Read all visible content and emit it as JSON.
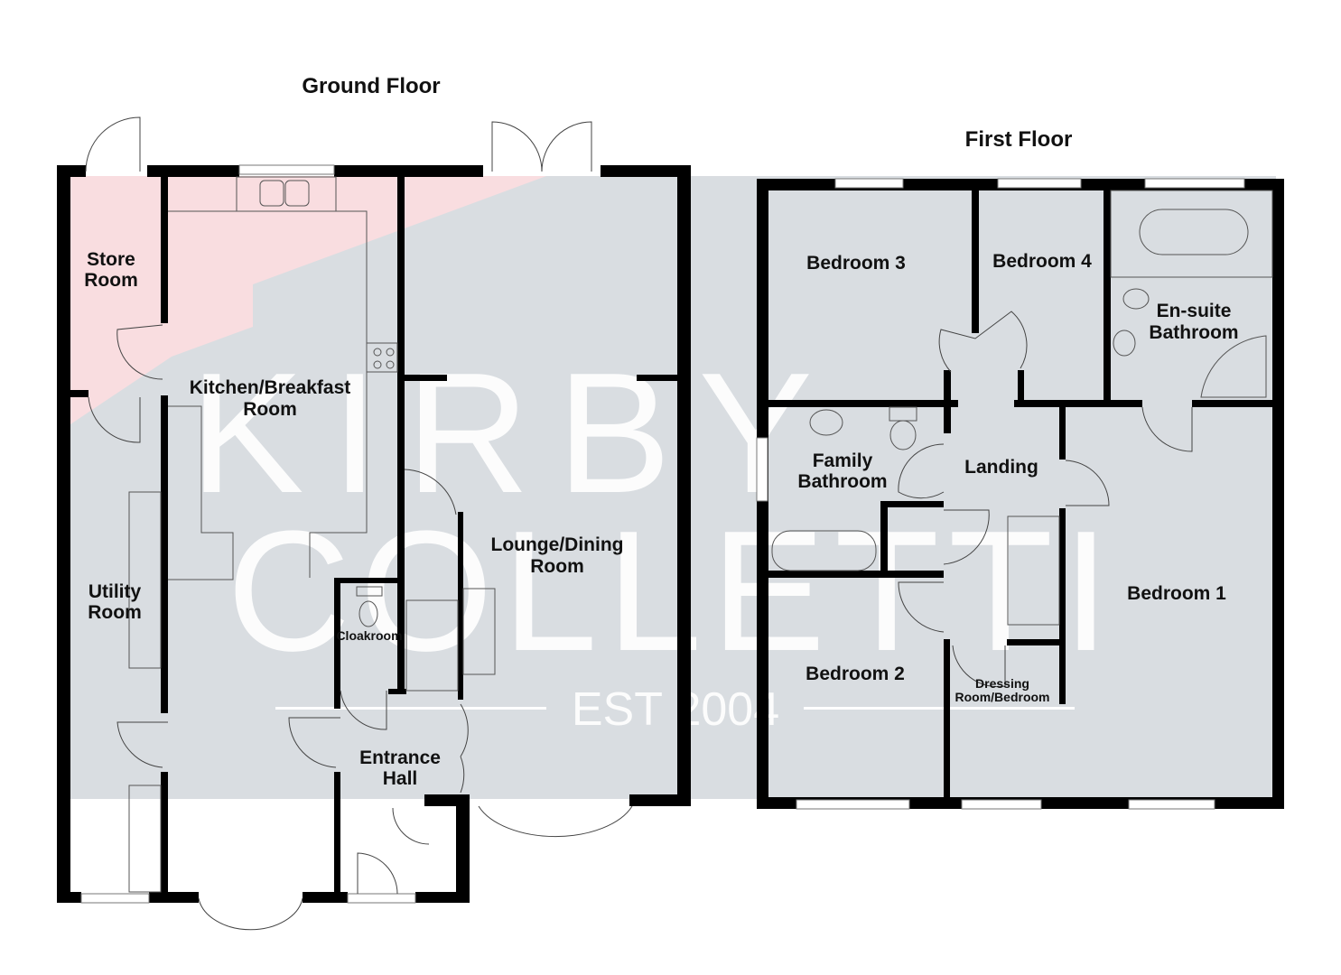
{
  "colors": {
    "room_fill": "#d9dde1",
    "highlight": "#f9dde0",
    "wall": "#000000"
  },
  "floors": {
    "ground": {
      "title": "Ground Floor",
      "rooms": {
        "store": [
          "Store",
          "Room"
        ],
        "kitchen": [
          "Kitchen/Breakfast",
          "Room"
        ],
        "utility": [
          "Utility",
          "Room"
        ],
        "lounge": [
          "Lounge/Dining",
          "Room"
        ],
        "cloakroom": "Cloakroom",
        "entrance": [
          "Entrance",
          "Hall"
        ]
      }
    },
    "first": {
      "title": "First Floor",
      "rooms": {
        "bed3": "Bedroom 3",
        "bed4": "Bedroom 4",
        "ensuite": [
          "En-suite",
          "Bathroom"
        ],
        "family_bath": [
          "Family",
          "Bathroom"
        ],
        "landing": "Landing",
        "bed1": "Bedroom 1",
        "bed2": "Bedroom 2",
        "dressing": [
          "Dressing",
          "Room/Bedroom"
        ]
      }
    }
  },
  "watermark": {
    "line1": "KIRBY",
    "line2": "COLLETTI",
    "line3": "EST 2004"
  }
}
